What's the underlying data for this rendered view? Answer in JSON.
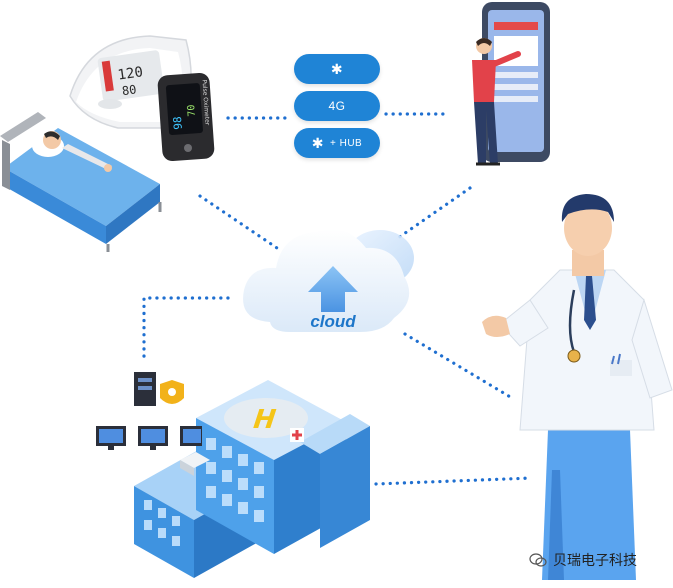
{
  "connectivity": {
    "bluetooth_symbol": "✱",
    "cellular_label": "4G",
    "hub_label": "+ HUB"
  },
  "cloud": {
    "label": "cloud"
  },
  "devices": {
    "monitor_reading_top": "120",
    "monitor_reading_bottom": "80",
    "oximeter_brand": "Pulse Oximeter",
    "oximeter_reading_top": "98",
    "oximeter_reading_bottom": "70"
  },
  "watermark": {
    "text": "贝瑞电子科技"
  },
  "colors": {
    "accent_blue": "#1f84d6",
    "dot_blue": "#1f6fd0",
    "building_blue": "#4a9fe6",
    "helipad_yellow": "#f5c518"
  }
}
